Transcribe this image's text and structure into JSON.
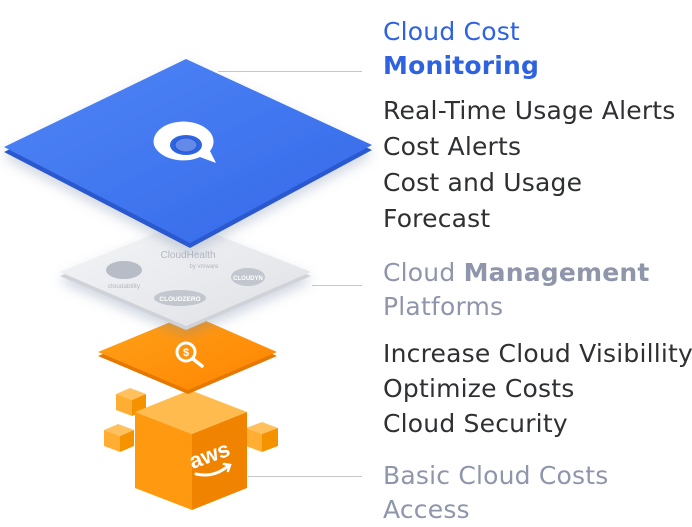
{
  "layers": [
    {
      "title_line1": "Cloud Cost",
      "title_line2": "Monitoring",
      "items": [
        "Real-Time Usage Alerts",
        "Cost Alerts",
        "Cost and Usage",
        "Forecast"
      ]
    },
    {
      "title_prefix": "Cloud ",
      "title_strong": "Management",
      "title_line2": "Platforms",
      "logos": [
        "CloudHealth",
        "by vmware",
        "cloudability",
        "CLOUDYN",
        "CLOUDZERO"
      ],
      "items": [
        "Increase Cloud Visibillity",
        "Optimize Costs",
        "Cloud Security"
      ]
    },
    {
      "title_line1": "Basic Cloud Costs",
      "title_line2": "Access",
      "cube_label": "aws"
    }
  ],
  "colors": {
    "monitoring_blue": "#2e62e0",
    "platform_grey": "#8f96ab",
    "aws_orange": "#ff8a00",
    "body_text": "#2f3033"
  },
  "icons": [
    "chat-bubble-icon",
    "dollar-search-icon",
    "aws-logo-icon"
  ]
}
